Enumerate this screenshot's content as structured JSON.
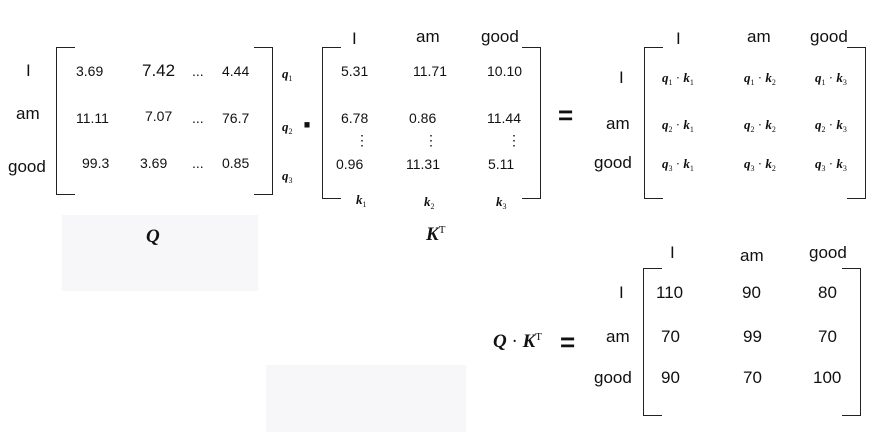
{
  "tokens": [
    "I",
    "am",
    "good"
  ],
  "q_matrix": {
    "rows": [
      [
        "3.69",
        "7.42",
        "...",
        "4.44"
      ],
      [
        "11.11",
        "7.07",
        "...",
        "76.7"
      ],
      [
        "99.3",
        "3.69",
        "...",
        "0.85"
      ]
    ],
    "row_vectors": [
      "q",
      "q",
      "q"
    ],
    "row_indices": [
      "1",
      "2",
      "3"
    ],
    "symbol": "Q"
  },
  "dot_operator": "·",
  "kt_matrix": {
    "rows": [
      [
        "5.31",
        "11.71",
        "10.10"
      ],
      [
        "6.78",
        "0.86",
        "11.44"
      ],
      [
        "⋮",
        "⋮",
        "⋮"
      ],
      [
        "0.96",
        "11.31",
        "5.11"
      ]
    ],
    "col_vectors": [
      "k",
      "k",
      "k"
    ],
    "col_indices": [
      "1",
      "2",
      "3"
    ],
    "symbol": "K",
    "superscript": "T"
  },
  "equals": "=",
  "product_matrix": {
    "cells": [
      [
        {
          "q": "1",
          "k": "1"
        },
        {
          "q": "1",
          "k": "2"
        },
        {
          "q": "1",
          "k": "3"
        }
      ],
      [
        {
          "q": "2",
          "k": "1"
        },
        {
          "q": "2",
          "k": "2"
        },
        {
          "q": "2",
          "k": "3"
        }
      ],
      [
        {
          "q": "3",
          "k": "1"
        },
        {
          "q": "3",
          "k": "2"
        },
        {
          "q": "3",
          "k": "3"
        }
      ]
    ],
    "q_letter": "q",
    "k_letter": "k",
    "dot": "·"
  },
  "result": {
    "lhs_q": "Q",
    "lhs_dot": "·",
    "lhs_k": "K",
    "lhs_sup": "T",
    "equals": "=",
    "rows": [
      [
        "110",
        "90",
        "80"
      ],
      [
        "70",
        "99",
        "70"
      ],
      [
        "90",
        "70",
        "100"
      ]
    ]
  }
}
